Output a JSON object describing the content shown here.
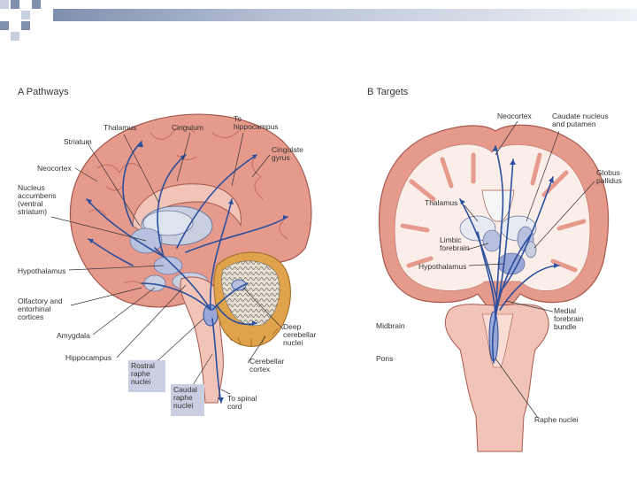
{
  "panel_a": {
    "title": "A  Pathways",
    "labels": {
      "thalamus": "Thalamus",
      "cingulum": "Cingulum",
      "to_hippocampus": "To\nhippocampus",
      "striatum": "Striatum",
      "cingulate_gyrus": "Cingulate\ngyrus",
      "neocortex": "Neocortex",
      "nucleus_accumbens": "Nucleus\naccumbens\n(ventral\nstriatum)",
      "hypothalamus": "Hypothalamus",
      "olfactory": "Olfactory and\nentorhinal\ncortices",
      "amygdala": "Amygdala",
      "hippocampus": "Hippocampus",
      "rostral_raphe": "Rostral\nraphe\nnuclei",
      "caudal_raphe": "Caudal\nraphe\nnuclei",
      "deep_cerebellar": "Deep\ncerebellar\nnuclei",
      "cerebellar_cortex": "Cerebellar\ncortex",
      "to_spinal_cord": "To spinal\ncord"
    }
  },
  "panel_b": {
    "title": "B  Targets",
    "labels": {
      "neocortex": "Neocortex",
      "caudate": "Caudate nucleus\nand putamen",
      "globus_pallidus": "Globus\npallidus",
      "thalamus": "Thalamus",
      "limbic_forebrain": "Limbic\nforebrain",
      "hypothalamus": "Hypothalamus",
      "midbrain": "Midbrain",
      "medial_forebrain_bundle": "Medial\nforebrain\nbundle",
      "pons": "Pons",
      "raphe_nuclei": "Raphe nuclei"
    }
  },
  "colors": {
    "pathway": "#2a4f9e",
    "cortex": "#e59a8c",
    "cortex_light": "#f2c4b8",
    "white_matter": "#fbeee8",
    "cerebellum": "#e0a24a",
    "structure": "#b8c0e0",
    "label_box": "#c9cfe0"
  }
}
